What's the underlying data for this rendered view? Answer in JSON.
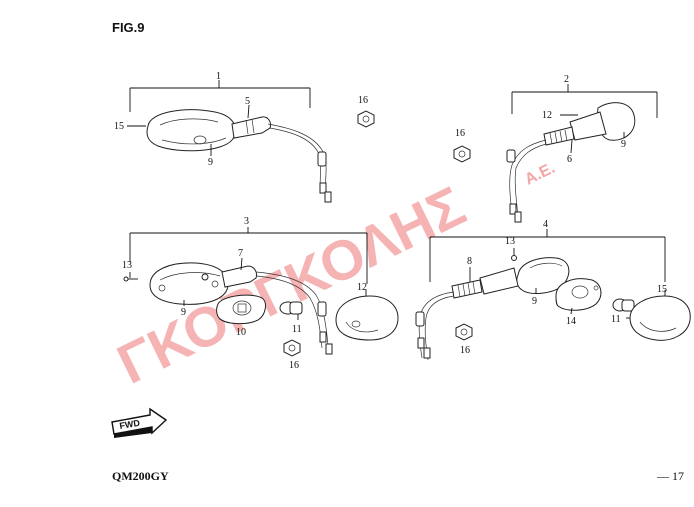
{
  "header": {
    "figure_title": "FIG.9"
  },
  "footer": {
    "model": "QM200GY",
    "page": "— 17"
  },
  "watermark": {
    "text": "ΓΚΟΡΓΚΟΛΗΣ",
    "suffix": "Α.Ε.",
    "color": "#f4a6a6"
  },
  "fwd_badge": {
    "label": "FWD"
  },
  "callouts": {
    "g1_assembly": "1",
    "g1_a": "5",
    "g1_b": "15",
    "g1_c": "9",
    "g1_d": "16",
    "g2_assembly": "2",
    "g2_a": "12",
    "g2_b": "6",
    "g2_c": "9",
    "g2_d": "16",
    "g3_assembly": "3",
    "g3_a": "7",
    "g3_b": "13",
    "g3_c": "9",
    "g3_d": "10",
    "g3_e": "11",
    "g3_f": "16",
    "g3_g": "12",
    "g4_assembly": "4",
    "g4_a": "13",
    "g4_b": "8",
    "g4_c": "9",
    "g4_d": "14",
    "g4_e": "11",
    "g4_f": "15",
    "g4_g": "16"
  }
}
